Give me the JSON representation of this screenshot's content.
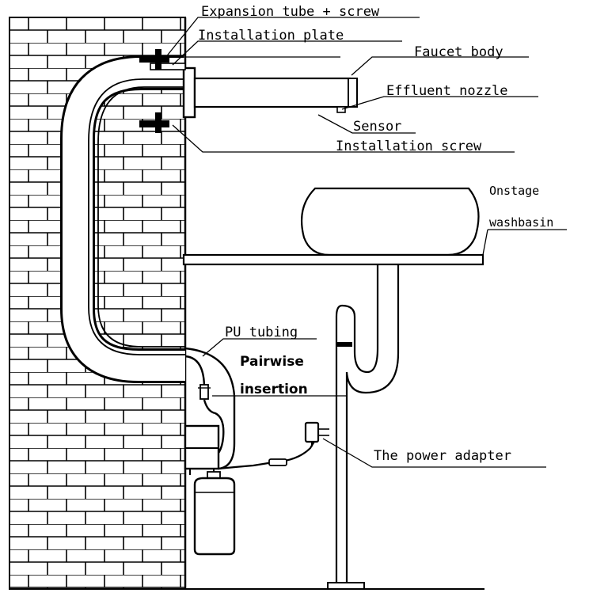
{
  "labels": {
    "expansion_tube": "Expansion tube + screw",
    "installation_plate": "Installation plate",
    "faucet_body": "Faucet body",
    "effluent_nozzle": "Effluent nozzle",
    "sensor": "Sensor",
    "installation_screw": "Installation screw",
    "onstage": "Onstage",
    "washbasin": "washbasin",
    "pu_tubing": "PU tubing",
    "pairwise": "Pairwise",
    "insertion": "insertion",
    "power_adapter": "The power adapter"
  },
  "colors": {
    "line": "#000000",
    "background": "#ffffff"
  }
}
